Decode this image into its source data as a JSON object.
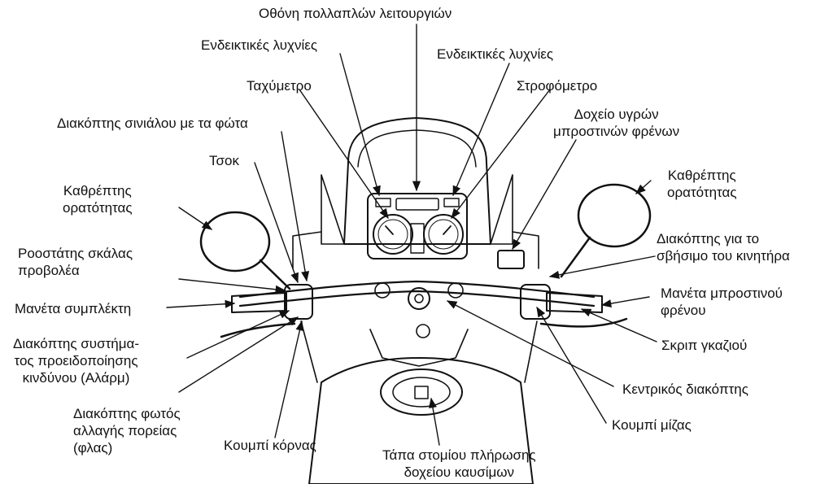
{
  "labels": {
    "multi_display": "Οθόνη πολλαπλών λειτουργιών",
    "indicators_left": "Ενδεικτικές λυχνίες",
    "indicators_right": "Ενδεικτικές λυχνίες",
    "speedometer": "Ταχύμετρο",
    "tachometer": "Στροφόμετρο",
    "signal_light_switch": "Διακόπτης σινιάλου με τα φώτα",
    "brake_reservoir": [
      "Δοχείο υγρών",
      "μπροστινών φρένων"
    ],
    "choke": "Τσοκ",
    "mirror_left": [
      "Καθρέπτης",
      "ορατότητας"
    ],
    "mirror_right": [
      "Καθρέπτης",
      "ορατότητας"
    ],
    "dimmer_switch": [
      "Ροοστάτης σκάλας",
      "προβολέα"
    ],
    "engine_stop_switch": [
      "Διακόπτης για το",
      "σβήσιμο του κινητήρα"
    ],
    "clutch_lever": "Μανέτα συμπλέκτη",
    "front_brake_lever": [
      "Μανέτα μπροστινού",
      "φρένου"
    ],
    "hazard_switch": [
      "Διακόπτης συστήμα-",
      "τος προειδοποίησης",
      "κινδύνου (Αλάρμ)"
    ],
    "throttle_grip": "Σκριπ γκαζιού",
    "ignition_switch": "Κεντρικός διακόπτης",
    "turn_signal_switch": [
      "Διακόπτης φωτός",
      "αλλαγής πορείας",
      "(φλας)"
    ],
    "start_button": "Κουμπί μίζας",
    "horn_button": "Κουμπί κόρνας",
    "fuel_cap": [
      "Τάπα στομίου πλήρωσης",
      "δοχείου καυσίμων"
    ]
  }
}
